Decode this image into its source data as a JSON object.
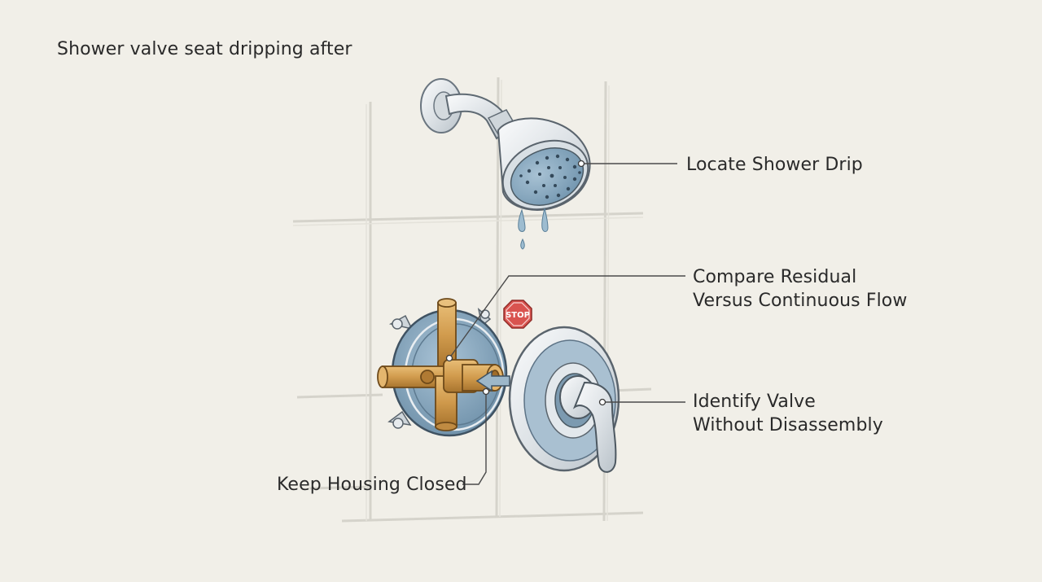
{
  "title": "Shower valve seat dripping after",
  "labels": {
    "locate": "Locate Shower Drip",
    "compare_line1": "Compare Residual",
    "compare_line2": "Versus Continuous Flow",
    "identify_line1": "Identify Valve",
    "identify_line2": "Without Disassembly",
    "keep": "Keep Housing Closed"
  },
  "stop_sign": "STOP",
  "colors": {
    "background": "#f1efe8",
    "water_blue": "#8fb0c6",
    "brass": "#d4a257",
    "stop_red": "#d9534f",
    "chrome": "#e9ecee"
  }
}
